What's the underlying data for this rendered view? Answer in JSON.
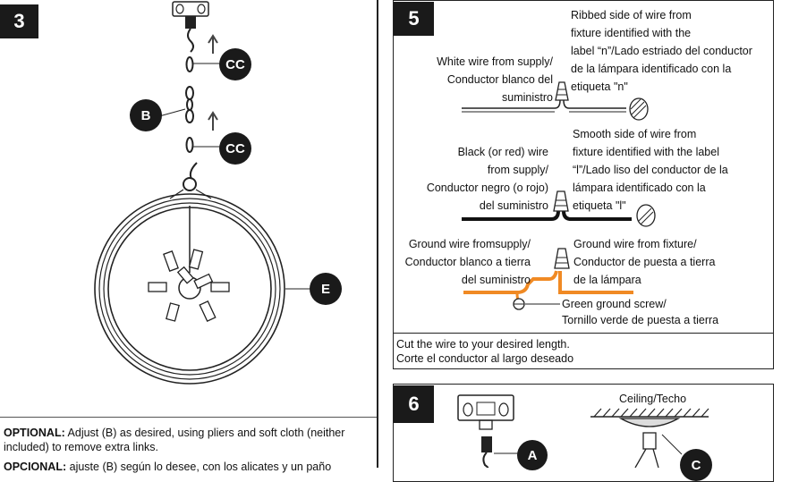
{
  "step3": {
    "number": "3",
    "badges": {
      "cc_top": "CC",
      "b": "B",
      "cc_bottom": "CC",
      "e": "E"
    },
    "optional_bold": "OPTIONAL:",
    "optional_text": " Adjust (B) as desired, using pliers and soft cloth (neither included) to remove extra links.",
    "opcional_bold": "OPCIONAL:",
    "opcional_text": " ajuste (B) según lo desee, con los alicates y un paño"
  },
  "step5": {
    "number": "5",
    "white_supply": [
      "White wire from supply/",
      "Conductor blanco del",
      "suministro"
    ],
    "ribbed": [
      "Ribbed side of wire from",
      "fixture identified with the",
      "label “n”/Lado estriado del conductor",
      "de la lámpara identificado con la",
      "etiqueta \"n\""
    ],
    "smooth": [
      "Smooth side of wire from",
      "fixture identified with the label",
      "“l”/Lado liso del conductor de la",
      "lámpara identificado con la",
      "etiqueta \"l\""
    ],
    "black_supply": [
      "Black (or red) wire",
      "from supply/",
      "Conductor negro (o rojo)",
      "del suministro"
    ],
    "ground_supply": [
      "Ground wire fromsupply/",
      "Conductor blanco a tierra",
      "del suministro"
    ],
    "ground_fixture": [
      "Ground wire from fixture/",
      "Conductor de puesta a tierra",
      "de la lámpara"
    ],
    "green_screw": [
      "Green ground screw/",
      "Tornillo verde de puesta a tierra"
    ],
    "cut_note": [
      "Cut the wire to your desired length.",
      "Corte el conductor al largo deseado"
    ]
  },
  "step6": {
    "number": "6",
    "ceiling": "Ceiling/Techo",
    "badges": {
      "a": "A",
      "c": "C"
    }
  },
  "colors": {
    "ground_wire": "#f08a24",
    "ink": "#1a1a1a"
  }
}
